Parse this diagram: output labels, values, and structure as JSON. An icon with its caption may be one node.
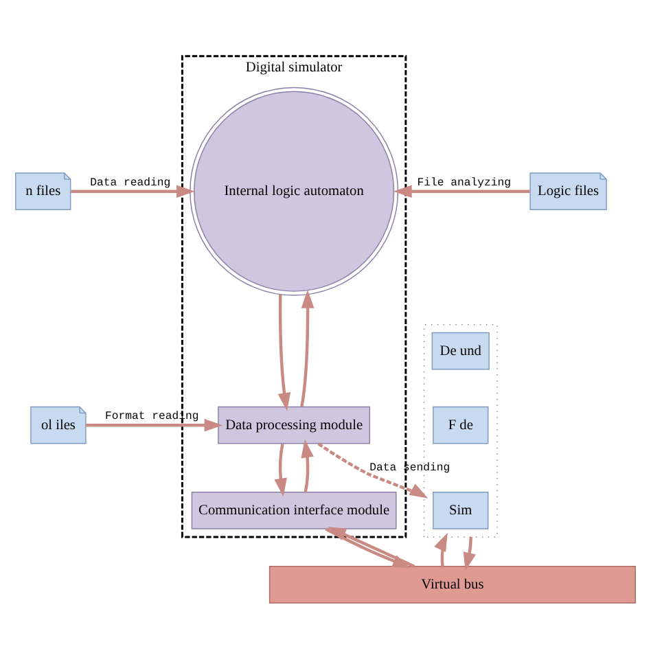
{
  "diagram": {
    "nodes": [
      {
        "text": [
          "Digital simulator"
        ]
      },
      {
        "text": [
          "Internal logic automaton"
        ],
        "in": 0
      },
      {
        "text": [
          "Data processing module"
        ],
        "in": 0
      },
      {
        "text": [
          "Communication interface module"
        ],
        "in": 0
      },
      {
        "text": [
          "n files"
        ]
      },
      {
        "text": [
          "ol iles"
        ]
      },
      {
        "text": [
          "Logic files"
        ]
      },
      {
        "text": [],
        "shape": "box"
      },
      {
        "text": [
          "De und"
        ],
        "in": 7
      },
      {
        "text": [
          "F de"
        ],
        "in": 7
      },
      {
        "text": [
          "Sim"
        ],
        "in": 7
      },
      {
        "text": [
          "Virtual bus"
        ]
      }
    ],
    "edges": [
      {
        "from": 4,
        "to": 1,
        "arrow": "to",
        "label": "Data reading"
      },
      {
        "from": 6,
        "to": 1,
        "arrow": "to",
        "label": "File analyzing"
      },
      {
        "from": 2,
        "to": 1,
        "arrow": "to"
      },
      {
        "from": 1,
        "to": 2,
        "arrow": "to"
      },
      {
        "from": 5,
        "to": 2,
        "arrow": "to",
        "label": "Format reading"
      },
      {
        "from": 2,
        "to": 7,
        "arrow": "to",
        "label": "Data sending",
        "style": "dashed"
      },
      {
        "from": 3,
        "to": 2,
        "arrow": "to"
      },
      {
        "from": 2,
        "to": 3,
        "arrow": "to"
      },
      {
        "from": 11,
        "to": 3,
        "arrow": "to"
      },
      {
        "from": 3,
        "to": 11,
        "arrow": "to"
      },
      {
        "from": 11,
        "to": 7,
        "arrow": "to"
      },
      {
        "from": 7,
        "to": 11,
        "arrow": "to"
      }
    ]
  }
}
